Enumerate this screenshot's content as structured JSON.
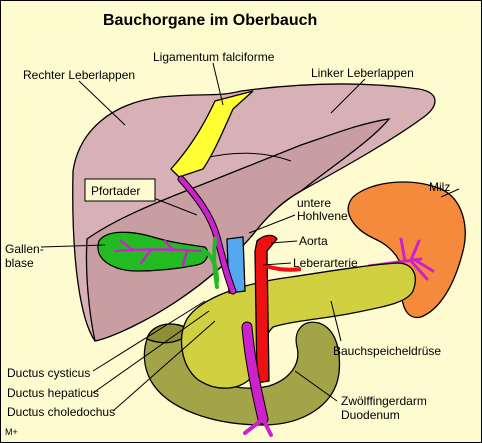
{
  "title": "Bauchorgane im Oberbauch",
  "labels": {
    "ligamentum": "Ligamentum falciforme",
    "rechter_leberlappen": "Rechter Leberlappen",
    "linker_leberlappen": "Linker Leberlappen",
    "pfortader": "Pfortader",
    "untere_hohlvene_1": "untere",
    "untere_hohlvene_2": "Hohlvene",
    "milz": "Milz",
    "gallenblase_1": "Gallen-",
    "gallenblase_2": "blase",
    "aorta": "Aorta",
    "leberarterie": "Leberarterie",
    "bauchspeicheldruese": "Bauchspeicheldrüse",
    "ductus_cysticus": "Ductus cysticus",
    "ductus_hepaticus": "Ductus hepaticus",
    "ductus_choledochus": "Ductus choledochus",
    "zwoelffingerdarm_1": "Zwölffingerdarm",
    "zwoelffingerdarm_2": "Duodenum",
    "signature": "M+"
  },
  "colors": {
    "background": "#fffbd0",
    "liver": "#d7b1b5",
    "liver_shadow": "#c99ea3",
    "ligament": "#ffff33",
    "gallbladder": "#22bb22",
    "bile_ducts": "#22bb22",
    "portal_vein": "#cc22cc",
    "vena_cava": "#55a7f0",
    "aorta": "#ee1111",
    "spleen": "#f58a3c",
    "pancreas": "#d0d040",
    "duodenum": "#a3a347"
  }
}
